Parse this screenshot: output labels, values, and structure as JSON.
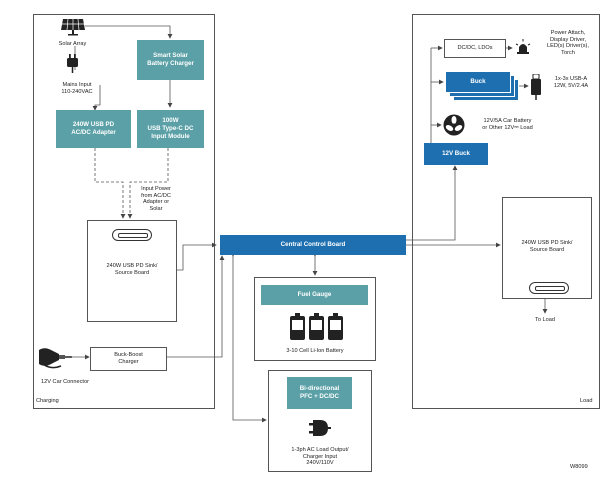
{
  "charging": {
    "panel_label": "Charging",
    "solar_array": "Solar Array",
    "mains_input": "Mains Input\n110-240VAC",
    "smart_solar_charger": "Smart Solar\nBattery Charger",
    "ac_dc_adapter": "240W USB PD\nAC/DC Adapter",
    "usb_c_module": "100W\nUSB Type-C DC\nInput Module",
    "input_power_note": "Input Power\nfrom AC/DC\nAdapter or\nSolar",
    "sink_source_board": "240W USB PD Sink/\nSource Board",
    "buck_boost_charger": "Buck-Boost\nCharger",
    "car_connector": "12V Car Connector"
  },
  "center": {
    "central_control_board": "Central Control Board",
    "fuel_gauge": "Fuel Gauge",
    "battery_label": "3-10 Cell Li-Ion Battery",
    "bidirectional_pfc": "Bi-directional\nPFC + DC/DC",
    "ac_output_label": "1-3ph AC Load Output/\nCharger Input\n240V/110V"
  },
  "load": {
    "panel_label": "Load",
    "dcdc_ldos": "DC/DC, LDOs",
    "power_attach": "Power Attach,\nDisplay Driver,\nLED(s) Driver(s),\nTorch",
    "buck": "Buck",
    "usb_a": "1x-3x USB-A\n12W, 5V/2.4A",
    "car_battery": "12V/5A Car Battery\nor Other 12V⎓ Load",
    "buck_12v": "12V Buck",
    "sink_source_board": "240W USB PD Sink/\nSource Board",
    "to_load": "To Load"
  },
  "doc_id": "W8099",
  "colors": {
    "teal": "#5aa0a6",
    "blue": "#1e6fb0",
    "line": "#555555"
  },
  "icons": [
    "solar-panel-icon",
    "wall-plug-icon",
    "car-plug-icon",
    "usb-c-port-icon",
    "battery-cell-icon",
    "ac-plug-icon",
    "warning-light-icon",
    "fan-icon",
    "usb-a-icon"
  ]
}
